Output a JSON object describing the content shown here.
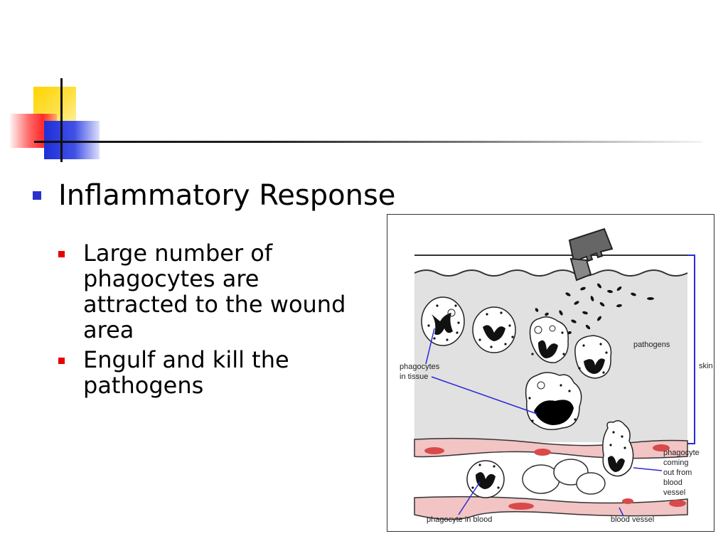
{
  "slide": {
    "title": "Inflammatory Response",
    "bullets": [
      "Large number of phagocytes are attracted to the wound area",
      "Engulf and kill the pathogens"
    ]
  },
  "diagram": {
    "labels": {
      "pathogens": "pathogens",
      "skin": "skin",
      "phagocytes_tissue_1": "phagocytes",
      "phagocytes_tissue_2": "in tissue",
      "phagocyte_out_1": "phagocyte",
      "phagocyte_out_2": "coming",
      "phagocyte_out_3": "out from",
      "phagocyte_out_4": "blood",
      "phagocyte_out_5": "vessel",
      "phagocyte_blood": "phagocyte in blood",
      "blood_vessel": "blood vessel"
    }
  },
  "colors": {
    "bullet_level1": "#2b2fd0",
    "bullet_level2": "#e60000",
    "tissue": "#e1e1e1",
    "vessel_wall": "#f2c4c4",
    "pointer_line": "#2a2ad6"
  }
}
